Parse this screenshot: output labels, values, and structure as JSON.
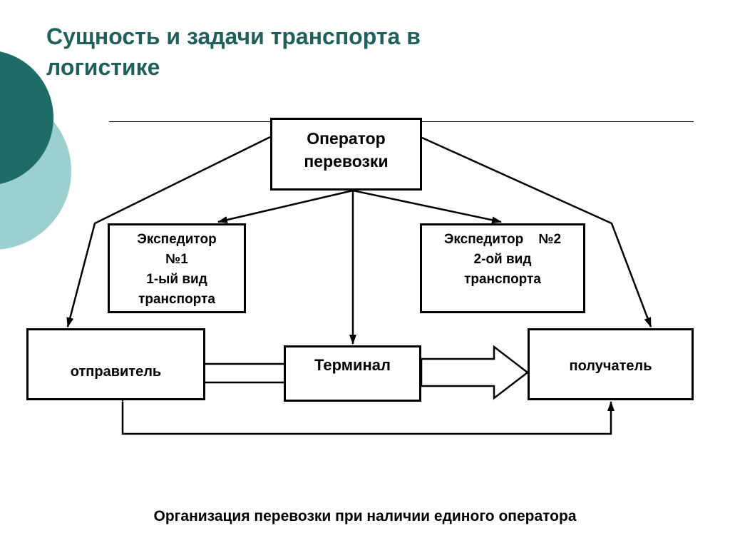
{
  "slide": {
    "title_line1": "Сущность и задачи транспорта в",
    "title_line2": "логистике",
    "caption": "Организация перевозки при наличии единого оператора"
  },
  "nodes": {
    "operator": {
      "line1": "Оператор",
      "line2": "перевозки"
    },
    "expeditor1": {
      "line1": "Экспедитор",
      "line2": "№1",
      "line3": "1-ый вид",
      "line4": "транспорта"
    },
    "expeditor2": {
      "line1": "Экспедитор    №2",
      "line2": "2-ой вид",
      "line3": "транспорта"
    },
    "sender": {
      "label": "отправитель"
    },
    "terminal": {
      "label": "Терминал"
    },
    "receiver": {
      "label": "получатель"
    }
  },
  "edges": [
    {
      "from": "operator",
      "to": "expeditor1",
      "style": "arrow"
    },
    {
      "from": "operator",
      "to": "expeditor2",
      "style": "arrow"
    },
    {
      "from": "operator",
      "to": "terminal",
      "style": "arrow"
    },
    {
      "from": "operator",
      "to": "sender",
      "style": "double-arrow"
    },
    {
      "from": "operator",
      "to": "receiver",
      "style": "double-arrow"
    },
    {
      "from": "sender",
      "to": "terminal",
      "style": "block-arrow"
    },
    {
      "from": "terminal",
      "to": "receiver",
      "style": "block-arrow"
    },
    {
      "from": "sender",
      "to": "receiver",
      "style": "double-arrow-loop"
    }
  ],
  "theme": {
    "title_color": "#1f5f5c",
    "circle_dark": "#1f6b68",
    "circle_light": "#9ccfcf"
  }
}
